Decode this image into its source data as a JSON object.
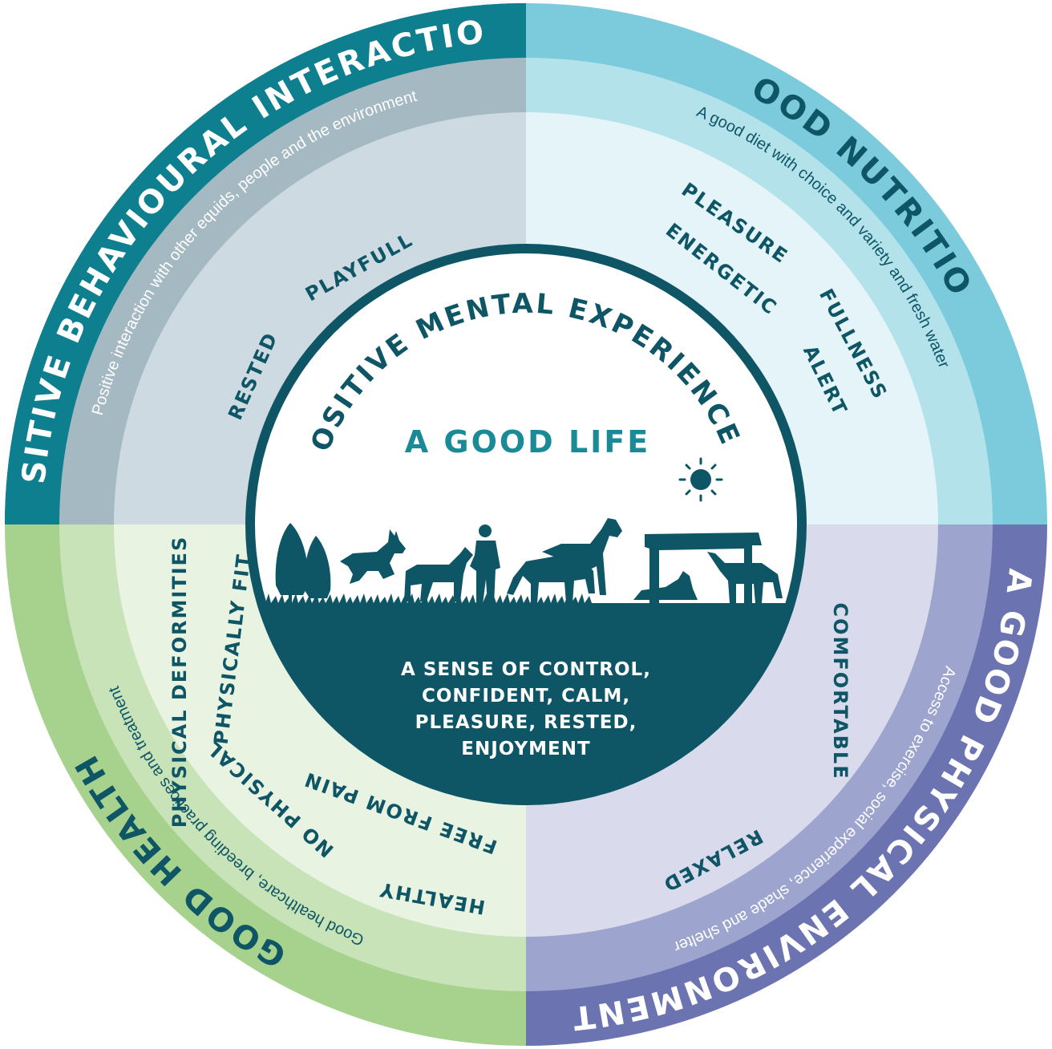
{
  "center": {
    "arc_title": "POSITIVE MENTAL EXPERIENCES",
    "title": "A GOOD LIFE",
    "caption": [
      "A SENSE OF CONTROL,",
      "CONFIDENT, CALM,",
      "PLEASURE, RESTED,",
      "ENJOYMENT"
    ]
  },
  "quadrants": {
    "behaviour": {
      "title": "POSITIVE BEHAVIOURAL INTERACTIONS",
      "subtitle": "Positive interaction with other equids, people and the environment",
      "words": [
        "PLAYFULL",
        "RESTED"
      ]
    },
    "nutrition": {
      "title": "GOOD NUTRITION",
      "subtitle": "A good diet with choice and variety and fresh water",
      "words": [
        "PLEASURE",
        "ENERGETIC",
        "FULLNESS",
        "ALERT"
      ]
    },
    "health": {
      "title": "GOOD HEALTH",
      "subtitle": "Good healthcare, breeding practices and treatment",
      "words": [
        "PHYSICAL DEFORMITIES",
        "PHYSICALLY FIT",
        "NO PHYSICAL",
        "FREE FROM PAIN",
        "HEALTHY"
      ]
    },
    "environment": {
      "title": "A GOOD PHYSICAL ENVIRONMENT",
      "subtitle": "Access to exercise, social experience, shade and shelter",
      "words": [
        "COMFORTABLE",
        "RELAXED"
      ]
    }
  },
  "colors": {
    "teal_dark": "#0e5566",
    "teal": "#0d7f8f",
    "sky": "#7ccbdc",
    "sky_mid": "#b3e2ea",
    "sky_light": "#e4f4f8",
    "slate_mid": "#a5b9c3",
    "slate_light": "#cddae1",
    "green": "#a6d28e",
    "green_mid": "#c8e3b8",
    "green_light": "#e8f3e2",
    "purple": "#6b73b1",
    "purple_mid": "#9da4cd",
    "purple_light": "#d9dbed"
  }
}
